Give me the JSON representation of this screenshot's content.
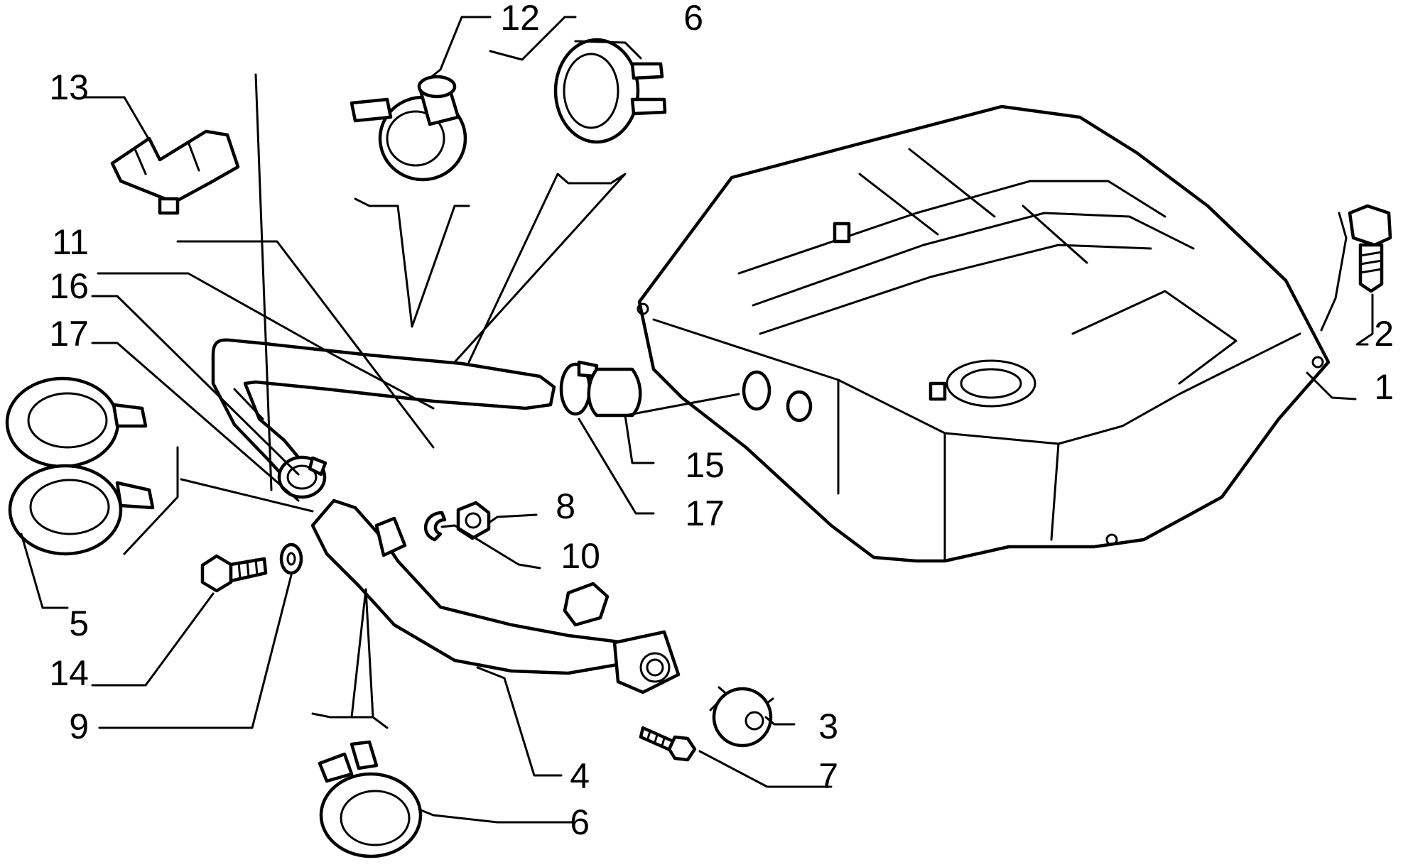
{
  "parts": [
    {
      "id": "tank",
      "label": "1",
      "icon": "fuel-tank-icon"
    },
    {
      "id": "drain-bolt",
      "label": "2",
      "icon": "bolt-icon"
    },
    {
      "id": "filler-cap",
      "label": "3",
      "icon": "cap-icon"
    },
    {
      "id": "filler-pipe",
      "label": "4",
      "icon": "pipe-icon"
    },
    {
      "id": "double-clip",
      "label": "5",
      "icon": "clip-icon"
    },
    {
      "id": "clamp-top",
      "label": "6",
      "icon": "clamp-icon"
    },
    {
      "id": "clamp-bottom",
      "label": "6",
      "icon": "clamp-icon"
    },
    {
      "id": "cap-screw",
      "label": "7",
      "icon": "screw-icon"
    },
    {
      "id": "nut",
      "label": "8",
      "icon": "nut-icon"
    },
    {
      "id": "washer",
      "label": "9",
      "icon": "washer-icon"
    },
    {
      "id": "c-clip",
      "label": "10",
      "icon": "clip-icon"
    },
    {
      "id": "hose-11",
      "label": "11",
      "icon": "hose-icon"
    },
    {
      "id": "hose-clip-12",
      "label": "12",
      "icon": "clip-icon"
    },
    {
      "id": "bracket-13",
      "label": "13",
      "icon": "bracket-icon"
    },
    {
      "id": "bolt-14",
      "label": "14",
      "icon": "bolt-icon"
    },
    {
      "id": "sleeve-15",
      "label": "15",
      "icon": "hose-icon"
    },
    {
      "id": "hose-clamp-16",
      "label": "16",
      "icon": "clamp-icon"
    },
    {
      "id": "hose-clamp-17a",
      "label": "17",
      "icon": "clamp-icon"
    },
    {
      "id": "hose-clamp-17b",
      "label": "17",
      "icon": "clamp-icon"
    }
  ]
}
